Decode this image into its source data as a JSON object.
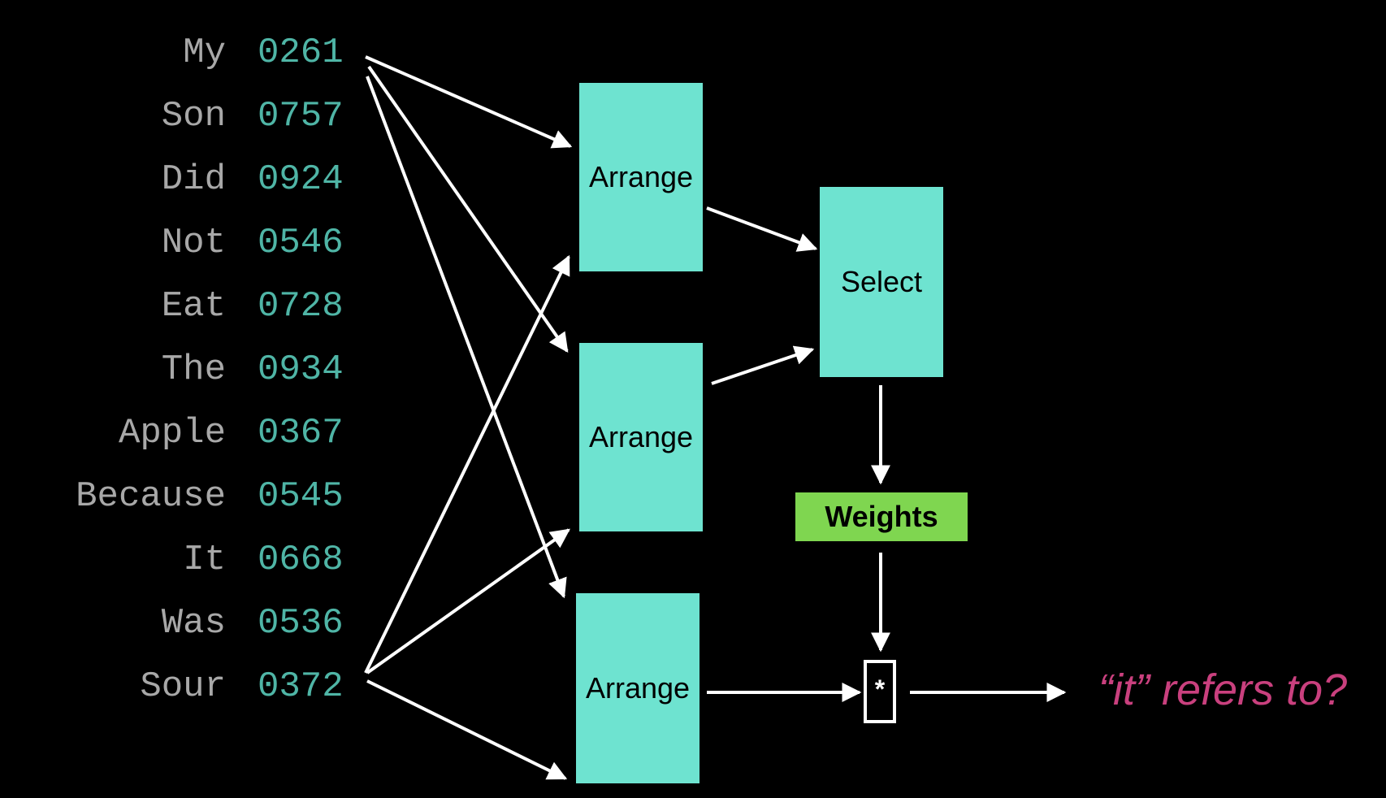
{
  "tokens": [
    {
      "word": "My",
      "code": "0261"
    },
    {
      "word": "Son",
      "code": "0757"
    },
    {
      "word": "Did",
      "code": "0924"
    },
    {
      "word": "Not",
      "code": "0546"
    },
    {
      "word": "Eat",
      "code": "0728"
    },
    {
      "word": "The",
      "code": "0934"
    },
    {
      "word": "Apple",
      "code": "0367"
    },
    {
      "word": "Because",
      "code": "0545"
    },
    {
      "word": "It",
      "code": "0668"
    },
    {
      "word": "Was",
      "code": "0536"
    },
    {
      "word": "Sour",
      "code": "0372"
    }
  ],
  "boxes": {
    "arrange_1": "Arrange",
    "arrange_2": "Arrange",
    "arrange_3": "Arrange",
    "select": "Select",
    "weights": "Weights",
    "multiply": "*"
  },
  "output_label": "“it” refers to?",
  "colors": {
    "background": "#000000",
    "word": "#a8a8a8",
    "code": "#4fb5a6",
    "box_teal": "#6ee3d0",
    "box_green": "#7fd650",
    "arrow": "#ffffff",
    "output": "#c9407e"
  }
}
